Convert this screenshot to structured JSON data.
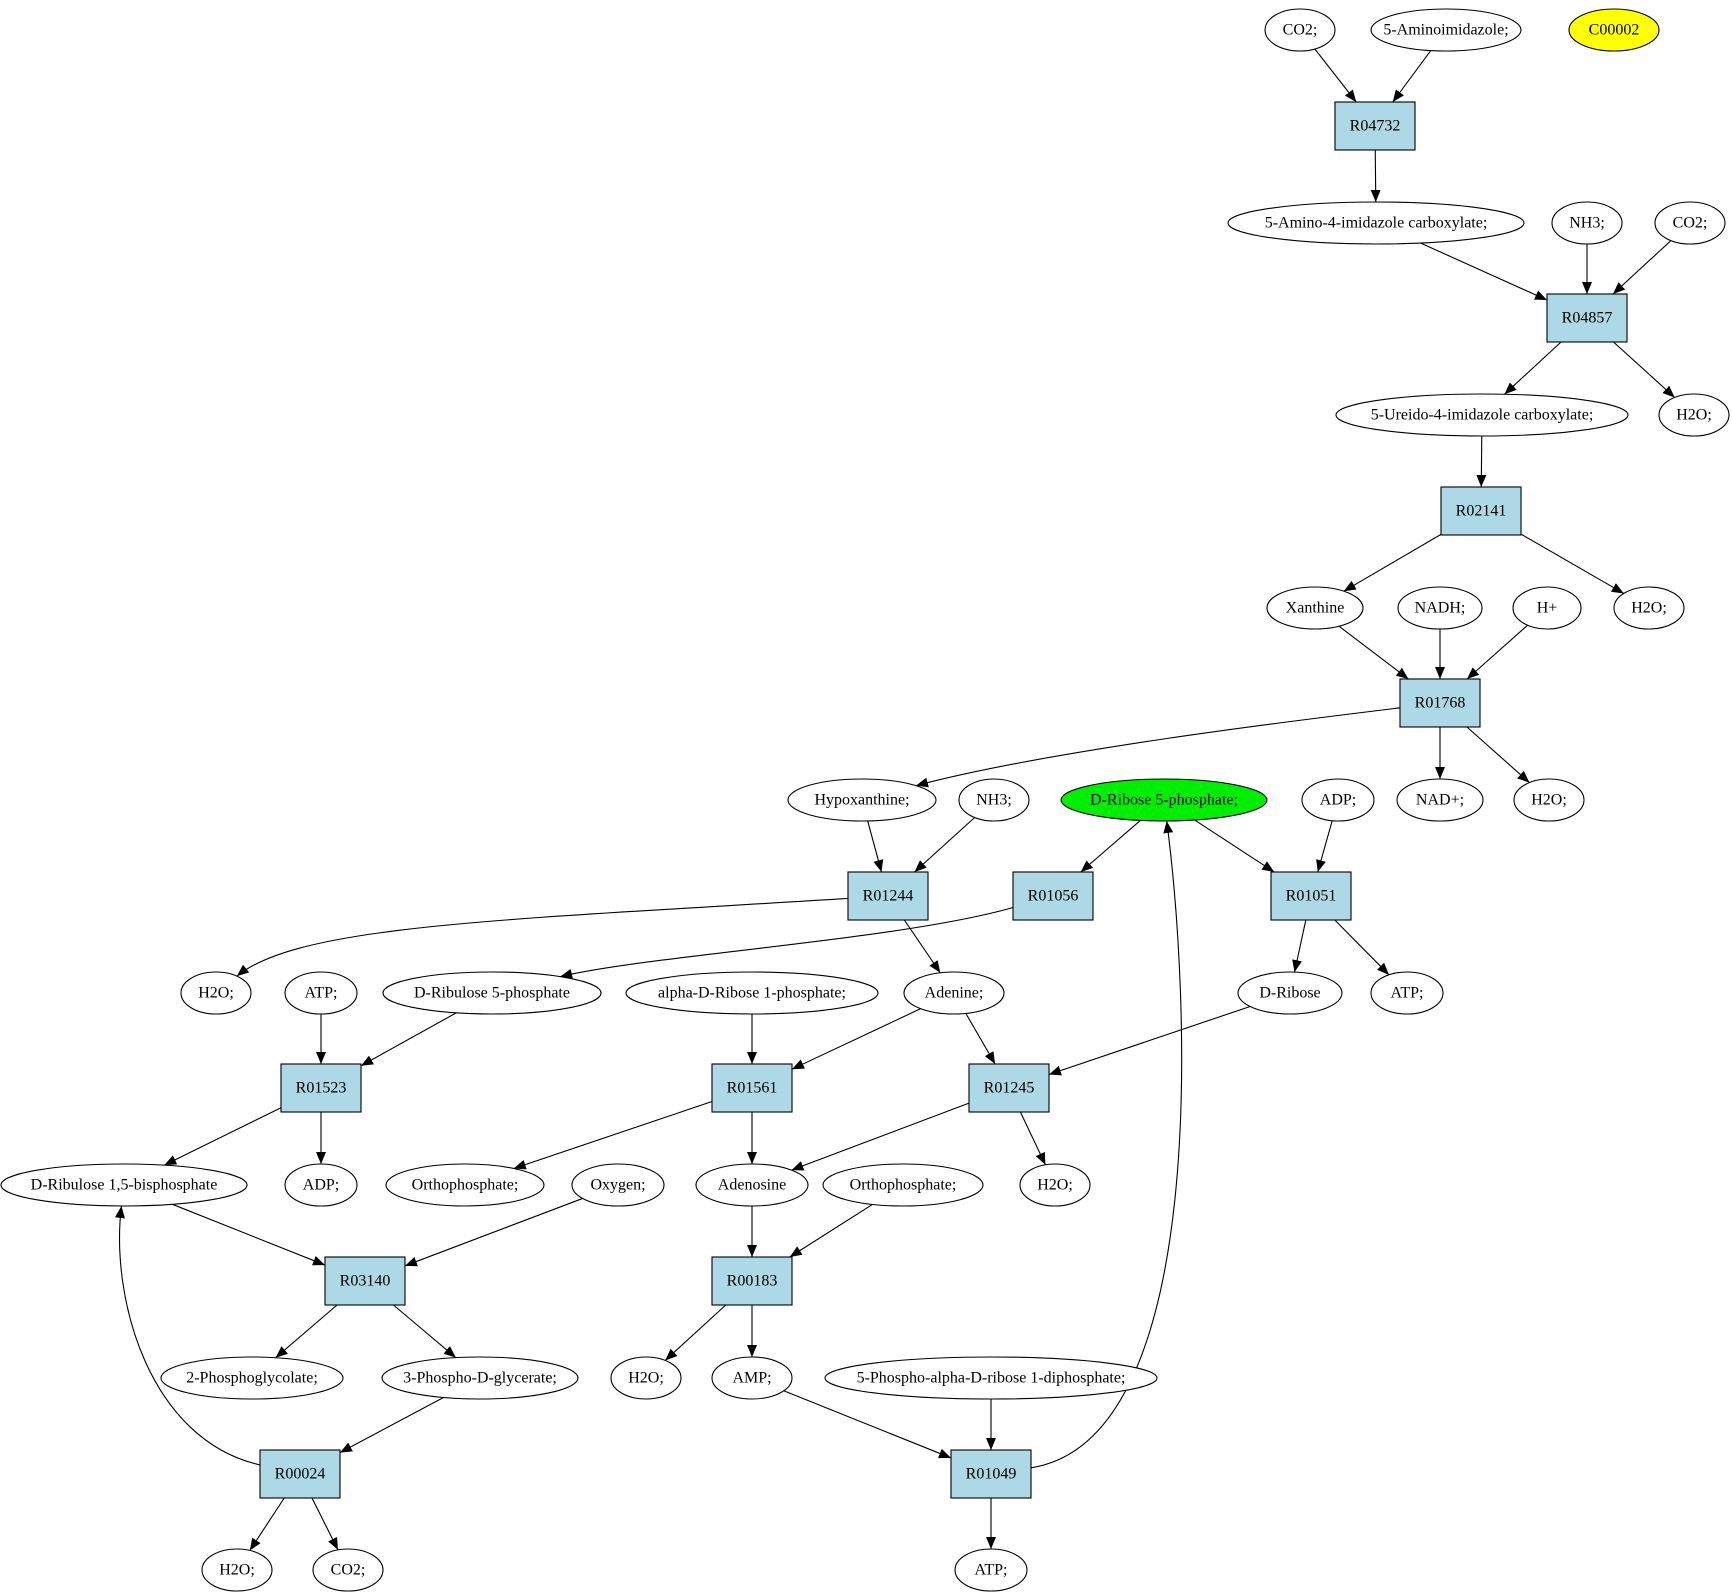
{
  "colors": {
    "reaction_fill": "#add8e6",
    "metabolite_fill": "#ffffff",
    "highlight_green": "#00ee00",
    "highlight_yellow": "#ffff00",
    "edge": "#000000"
  },
  "reactions": [
    {
      "id": "rx_R04732",
      "label": "R04732"
    },
    {
      "id": "rx_R04857",
      "label": "R04857"
    },
    {
      "id": "rx_R02141",
      "label": "R02141"
    },
    {
      "id": "rx_R01768",
      "label": "R01768"
    },
    {
      "id": "rx_R01244",
      "label": "R01244"
    },
    {
      "id": "rx_R01056",
      "label": "R01056"
    },
    {
      "id": "rx_R01051",
      "label": "R01051"
    },
    {
      "id": "rx_R01523",
      "label": "R01523"
    },
    {
      "id": "rx_R01561",
      "label": "R01561"
    },
    {
      "id": "rx_R01245",
      "label": "R01245"
    },
    {
      "id": "rx_R03140",
      "label": "R03140"
    },
    {
      "id": "rx_R00183",
      "label": "R00183"
    },
    {
      "id": "rx_R00024",
      "label": "R00024"
    },
    {
      "id": "rx_R01049",
      "label": "R01049"
    }
  ],
  "metabolites": [
    {
      "id": "m_co2_a",
      "label": "CO2;"
    },
    {
      "id": "m_aminoimidazole",
      "label": "5-Aminoimidazole;"
    },
    {
      "id": "m_c00002",
      "label": "C00002",
      "fill": "yellow"
    },
    {
      "id": "m_amino_imid_carbox",
      "label": "5-Amino-4-imidazole carboxylate;"
    },
    {
      "id": "m_nh3_a",
      "label": "NH3;"
    },
    {
      "id": "m_co2_b",
      "label": "CO2;"
    },
    {
      "id": "m_ureido",
      "label": "5-Ureido-4-imidazole carboxylate;"
    },
    {
      "id": "m_h2o_a",
      "label": "H2O;"
    },
    {
      "id": "m_xanthine",
      "label": "Xanthine"
    },
    {
      "id": "m_nadh",
      "label": "NADH;"
    },
    {
      "id": "m_hplus",
      "label": "H+"
    },
    {
      "id": "m_h2o_b",
      "label": "H2O;"
    },
    {
      "id": "m_hypoxanthine",
      "label": "Hypoxanthine;"
    },
    {
      "id": "m_nh3_b",
      "label": "NH3;"
    },
    {
      "id": "m_ribose5p",
      "label": "D-Ribose 5-phosphate;",
      "fill": "green"
    },
    {
      "id": "m_adp_a",
      "label": "ADP;"
    },
    {
      "id": "m_nadplus",
      "label": "NAD+;"
    },
    {
      "id": "m_h2o_c",
      "label": "H2O;"
    },
    {
      "id": "m_h2o_d",
      "label": "H2O;"
    },
    {
      "id": "m_atp_a",
      "label": "ATP;"
    },
    {
      "id": "m_ribulose5p",
      "label": "D-Ribulose 5-phosphate"
    },
    {
      "id": "m_ribose1p",
      "label": "alpha-D-Ribose 1-phosphate;"
    },
    {
      "id": "m_adenine",
      "label": "Adenine;"
    },
    {
      "id": "m_dribose",
      "label": "D-Ribose"
    },
    {
      "id": "m_atp_b",
      "label": "ATP;"
    },
    {
      "id": "m_ribulose15bp",
      "label": "D-Ribulose 1,5-bisphosphate"
    },
    {
      "id": "m_adp_b",
      "label": "ADP;"
    },
    {
      "id": "m_orthop_a",
      "label": "Orthophosphate;"
    },
    {
      "id": "m_oxygen",
      "label": "Oxygen;"
    },
    {
      "id": "m_adenosine",
      "label": "Adenosine"
    },
    {
      "id": "m_orthop_b",
      "label": "Orthophosphate;"
    },
    {
      "id": "m_h2o_e",
      "label": "H2O;"
    },
    {
      "id": "m_phosphoglycolate",
      "label": "2-Phosphoglycolate;"
    },
    {
      "id": "m_3pg",
      "label": "3-Phospho-D-glycerate;"
    },
    {
      "id": "m_h2o_f",
      "label": "H2O;"
    },
    {
      "id": "m_amp",
      "label": "AMP;"
    },
    {
      "id": "m_prpp",
      "label": "5-Phospho-alpha-D-ribose 1-diphosphate;"
    },
    {
      "id": "m_h2o_g",
      "label": "H2O;"
    },
    {
      "id": "m_co2_c",
      "label": "CO2;"
    },
    {
      "id": "m_atp_c",
      "label": "ATP;"
    }
  ],
  "edges": [
    [
      "m_co2_a",
      "rx_R04732"
    ],
    [
      "m_aminoimidazole",
      "rx_R04732"
    ],
    [
      "rx_R04732",
      "m_amino_imid_carbox"
    ],
    [
      "m_amino_imid_carbox",
      "rx_R04857"
    ],
    [
      "m_nh3_a",
      "rx_R04857"
    ],
    [
      "m_co2_b",
      "rx_R04857"
    ],
    [
      "rx_R04857",
      "m_ureido"
    ],
    [
      "rx_R04857",
      "m_h2o_a"
    ],
    [
      "m_ureido",
      "rx_R02141"
    ],
    [
      "rx_R02141",
      "m_xanthine"
    ],
    [
      "rx_R02141",
      "m_h2o_b"
    ],
    [
      "m_xanthine",
      "rx_R01768"
    ],
    [
      "m_nadh",
      "rx_R01768"
    ],
    [
      "m_hplus",
      "rx_R01768"
    ],
    [
      "rx_R01768",
      "m_hypoxanthine"
    ],
    [
      "rx_R01768",
      "m_nadplus"
    ],
    [
      "rx_R01768",
      "m_h2o_c"
    ],
    [
      "m_hypoxanthine",
      "rx_R01244"
    ],
    [
      "m_nh3_b",
      "rx_R01244"
    ],
    [
      "rx_R01244",
      "m_h2o_d"
    ],
    [
      "rx_R01244",
      "m_adenine"
    ],
    [
      "m_ribose5p",
      "rx_R01056"
    ],
    [
      "rx_R01056",
      "m_ribulose5p"
    ],
    [
      "m_ribose5p",
      "rx_R01051"
    ],
    [
      "m_adp_a",
      "rx_R01051"
    ],
    [
      "rx_R01051",
      "m_dribose"
    ],
    [
      "rx_R01051",
      "m_atp_b"
    ],
    [
      "m_atp_a",
      "rx_R01523"
    ],
    [
      "m_ribulose5p",
      "rx_R01523"
    ],
    [
      "rx_R01523",
      "m_ribulose15bp"
    ],
    [
      "rx_R01523",
      "m_adp_b"
    ],
    [
      "m_ribose1p",
      "rx_R01561"
    ],
    [
      "m_adenine",
      "rx_R01561"
    ],
    [
      "rx_R01561",
      "m_orthop_a"
    ],
    [
      "rx_R01561",
      "m_adenosine"
    ],
    [
      "m_adenine",
      "rx_R01245"
    ],
    [
      "m_dribose",
      "rx_R01245"
    ],
    [
      "rx_R01245",
      "m_adenosine"
    ],
    [
      "rx_R01245",
      "m_h2o_e"
    ],
    [
      "m_ribulose15bp",
      "rx_R03140"
    ],
    [
      "m_oxygen",
      "rx_R03140"
    ],
    [
      "rx_R03140",
      "m_phosphoglycolate"
    ],
    [
      "rx_R03140",
      "m_3pg"
    ],
    [
      "m_adenosine",
      "rx_R00183"
    ],
    [
      "m_orthop_b",
      "rx_R00183"
    ],
    [
      "rx_R00183",
      "m_h2o_f"
    ],
    [
      "rx_R00183",
      "m_amp"
    ],
    [
      "m_3pg",
      "rx_R00024"
    ],
    [
      "rx_R00024",
      "m_ribulose15bp"
    ],
    [
      "rx_R00024",
      "m_h2o_g"
    ],
    [
      "rx_R00024",
      "m_co2_c"
    ],
    [
      "m_amp",
      "rx_R01049"
    ],
    [
      "m_prpp",
      "rx_R01049"
    ],
    [
      "rx_R01049",
      "m_ribose5p"
    ],
    [
      "rx_R01049",
      "m_atp_c"
    ]
  ]
}
